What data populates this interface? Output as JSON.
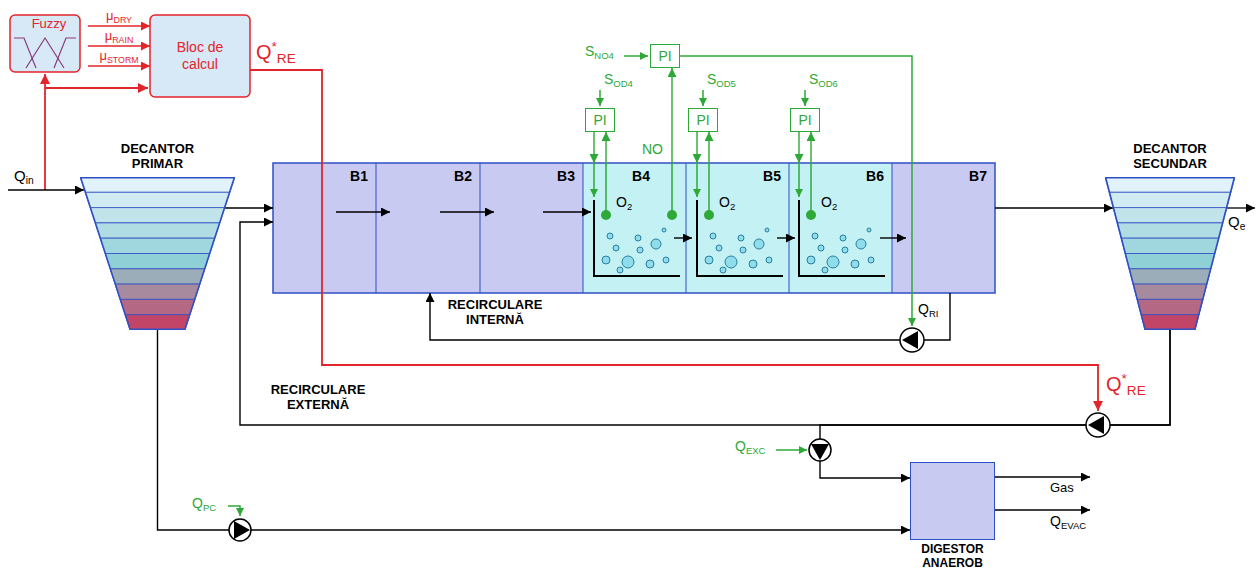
{
  "diagram": {
    "nodes": [
      {
        "text": [
          "Fuzzy"
        ]
      },
      {
        "text": [
          "Bloc de calcul"
        ]
      },
      {
        "text": [
          "DECANTOR PRIMAR"
        ]
      },
      {
        "text": [
          "B1"
        ]
      },
      {
        "text": [
          "B2"
        ]
      },
      {
        "text": [
          "B3"
        ]
      },
      {
        "text": [
          "B4"
        ]
      },
      {
        "text": [
          "B5"
        ]
      },
      {
        "text": [
          "B6"
        ]
      },
      {
        "text": [
          "B7"
        ]
      },
      {
        "text": [
          "PI"
        ]
      },
      {
        "text": [
          "PI"
        ]
      },
      {
        "text": [
          "PI"
        ]
      },
      {
        "text": [
          "PI"
        ]
      },
      {
        "text": [
          "DECANTOR SECUNDAR"
        ]
      },
      {
        "text": [
          "DIGESTOR ANAEROB"
        ]
      }
    ],
    "edges": [
      {
        "from": 0,
        "to": 1,
        "arrow": "to",
        "label": "μDRY"
      },
      {
        "from": 0,
        "to": 1,
        "arrow": "to",
        "label": "μRAIN"
      },
      {
        "from": 0,
        "to": 1,
        "arrow": "to",
        "label": "μSTORM"
      },
      {
        "from": 2,
        "to": 3,
        "arrow": "to"
      },
      {
        "from": 3,
        "to": 4,
        "arrow": "to"
      },
      {
        "from": 4,
        "to": 5,
        "arrow": "to"
      },
      {
        "from": 5,
        "to": 6,
        "arrow": "to"
      },
      {
        "from": 6,
        "to": 7,
        "arrow": "to"
      },
      {
        "from": 7,
        "to": 8,
        "arrow": "to"
      },
      {
        "from": 8,
        "to": 9,
        "arrow": "to"
      },
      {
        "from": 9,
        "to": 14,
        "arrow": "to"
      },
      {
        "from": 9,
        "to": 4,
        "arrow": "to"
      },
      {
        "from": 14,
        "to": 3,
        "arrow": "to"
      },
      {
        "from": 14,
        "to": 15,
        "arrow": "to"
      },
      {
        "from": 2,
        "to": 15,
        "arrow": "to"
      },
      {
        "from": 11,
        "to": 6,
        "arrow": "to"
      },
      {
        "from": 6,
        "to": 11,
        "arrow": "to"
      },
      {
        "from": 12,
        "to": 7,
        "arrow": "to"
      },
      {
        "from": 7,
        "to": 12,
        "arrow": "to"
      },
      {
        "from": 13,
        "to": 8,
        "arrow": "to"
      },
      {
        "from": 8,
        "to": 13,
        "arrow": "to"
      },
      {
        "from": 6,
        "to": 10,
        "arrow": "to"
      }
    ],
    "labels": [
      "Q*RE",
      "Qin",
      "SNO4",
      "SOD4",
      "SOD5",
      "SOD6",
      "NO",
      "O2",
      "O2",
      "O2",
      "RECIRCULARE INTERNĂ",
      "QRI",
      "RECIRCULARE EXTERNĂ",
      "Q*RE",
      "QEXC",
      "QPC",
      "Qe",
      "Gas",
      "QEVAC"
    ]
  }
}
